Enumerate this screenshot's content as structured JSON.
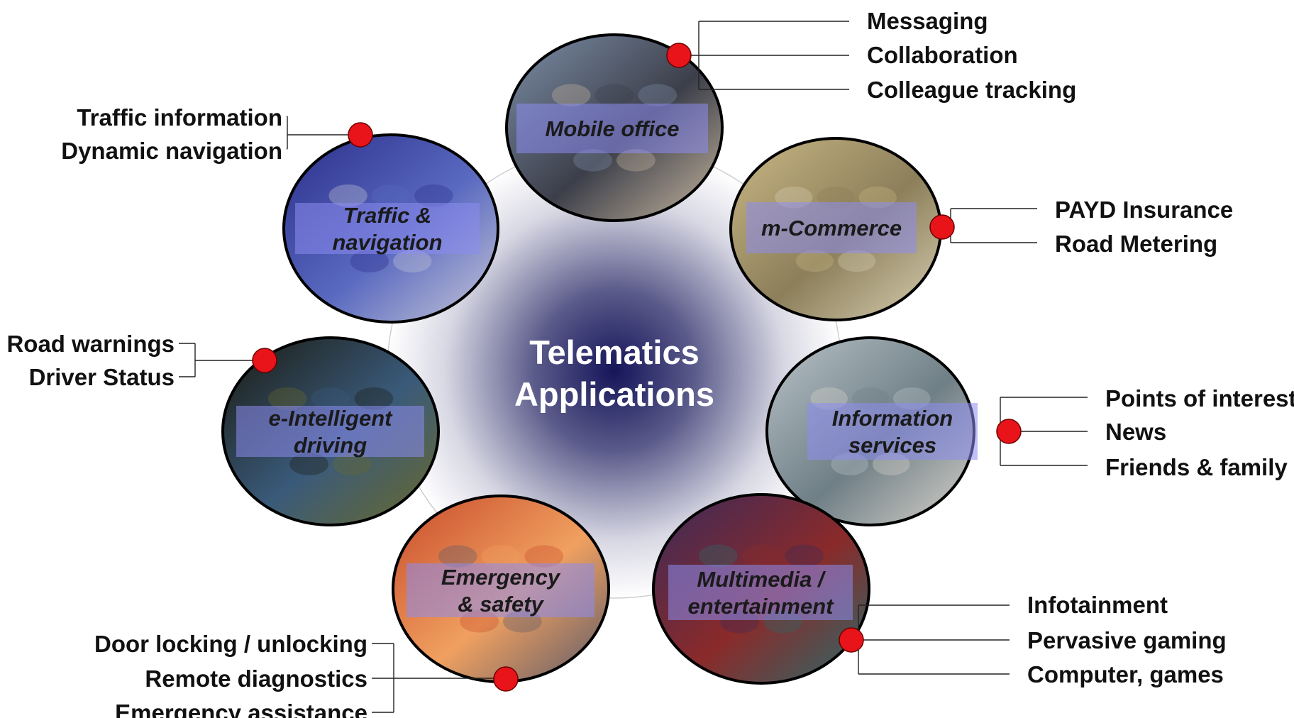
{
  "center": {
    "line1": "Telematics",
    "line2": "Applications"
  },
  "nodes": [
    {
      "id": "mobile-office",
      "title": [
        "Mobile office"
      ],
      "colors": [
        "#7d8fa8",
        "#3c3f4a",
        "#c9b8a0"
      ],
      "items": [
        "Messaging",
        "Collaboration",
        "Colleague tracking"
      ]
    },
    {
      "id": "m-commerce",
      "title": [
        "m-Commerce"
      ],
      "colors": [
        "#c9b785",
        "#8c7f5a",
        "#d8cfb2"
      ],
      "items": [
        "PAYD Insurance",
        "Road Metering"
      ]
    },
    {
      "id": "information-services",
      "title": [
        "Information",
        "services"
      ],
      "colors": [
        "#b9c3c9",
        "#6f7f86",
        "#d9d4cc"
      ],
      "items": [
        "Points of interest",
        "News",
        "Friends & family"
      ]
    },
    {
      "id": "multimedia",
      "title": [
        "Multimedia /",
        "entertainment"
      ],
      "colors": [
        "#3a2a5a",
        "#8a2a2a",
        "#2a6a6a"
      ],
      "items": [
        "Infotainment",
        "Pervasive gaming",
        "Computer, games"
      ]
    },
    {
      "id": "emergency",
      "title": [
        "Emergency",
        "& safety"
      ],
      "colors": [
        "#c84a2a",
        "#f0a060",
        "#5a5a6a"
      ],
      "items": [
        "Door locking / unlocking",
        "Remote diagnostics",
        "Emergency assistance"
      ]
    },
    {
      "id": "e-intelligent-driving",
      "title": [
        "e-Intelligent",
        "driving"
      ],
      "colors": [
        "#1a1a10",
        "#3a5a7a",
        "#6a6a2a"
      ],
      "items": [
        "Road warnings",
        "Driver Status"
      ]
    },
    {
      "id": "traffic-navigation",
      "title": [
        "Traffic &",
        "navigation"
      ],
      "colors": [
        "#2a2e8a",
        "#5a6ac0",
        "#c8c8d8"
      ],
      "items": [
        "Traffic information",
        "Dynamic navigation"
      ]
    }
  ],
  "colors": {
    "marker": "#e8141a",
    "label_box": "#8c8cf0",
    "center_glow": "#15155a"
  }
}
